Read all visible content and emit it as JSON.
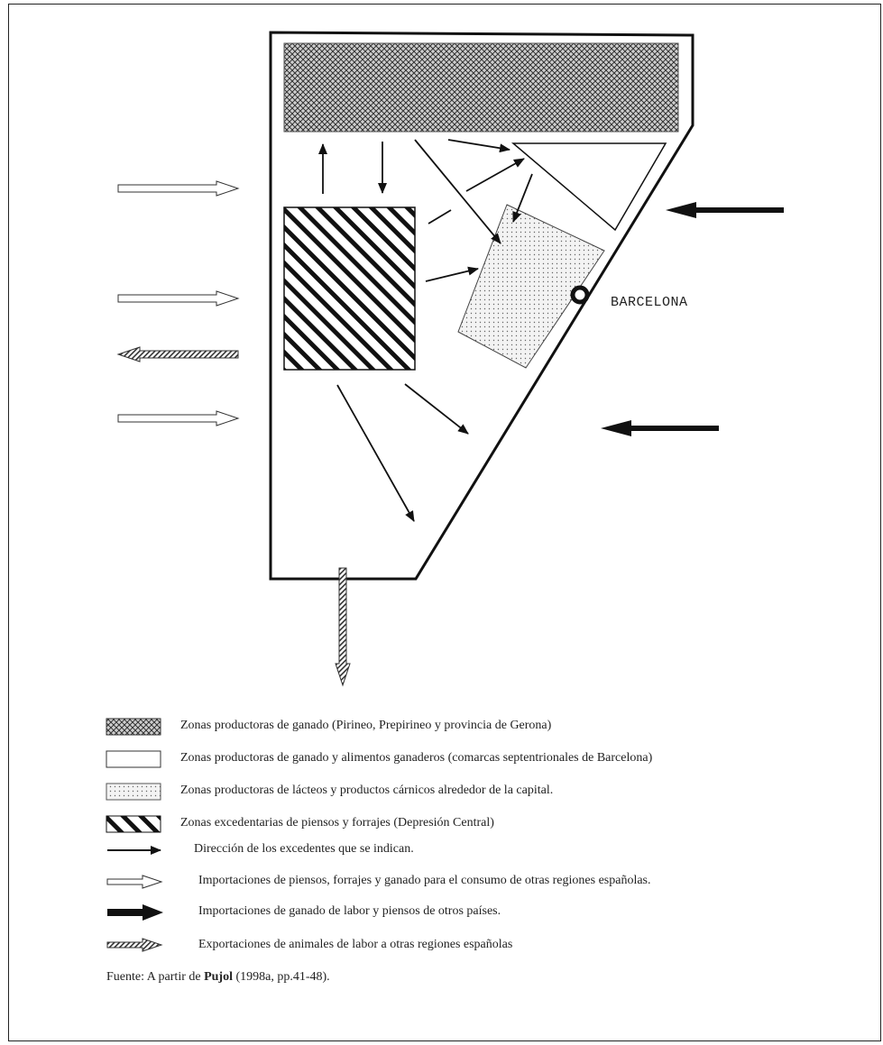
{
  "city_label": "BARCELONA",
  "legend": [
    {
      "key": "ganado",
      "text": "Zonas productoras de ganado (Pirineo, Prepirineo y provincia de Gerona)"
    },
    {
      "key": "alimentos",
      "text": "Zonas productoras de ganado y alimentos ganaderos (comarcas septentrionales de Barcelona)"
    },
    {
      "key": "lacteos",
      "text": "Zonas productoras de lácteos y productos cárnicos alrededor de la capital."
    },
    {
      "key": "piensos",
      "text": "Zonas excedentarias de piensos y forrajes (Depresión Central)"
    },
    {
      "key": "excedentes",
      "text": "Dirección de los excedentes que se indican."
    },
    {
      "key": "import_nacional",
      "text": "Importaciones de piensos, forrajes y ganado para el consumo  de otras regiones españolas."
    },
    {
      "key": "import_extranjero",
      "text": "Importaciones de ganado de labor y piensos de otros países."
    },
    {
      "key": "export",
      "text": "Exportaciones de animales de labor a otras regiones españolas"
    }
  ],
  "source": {
    "prefix": "Fuente: A partir de ",
    "author": "Pujol",
    "ref": " (1998a, pp.41-48)."
  }
}
